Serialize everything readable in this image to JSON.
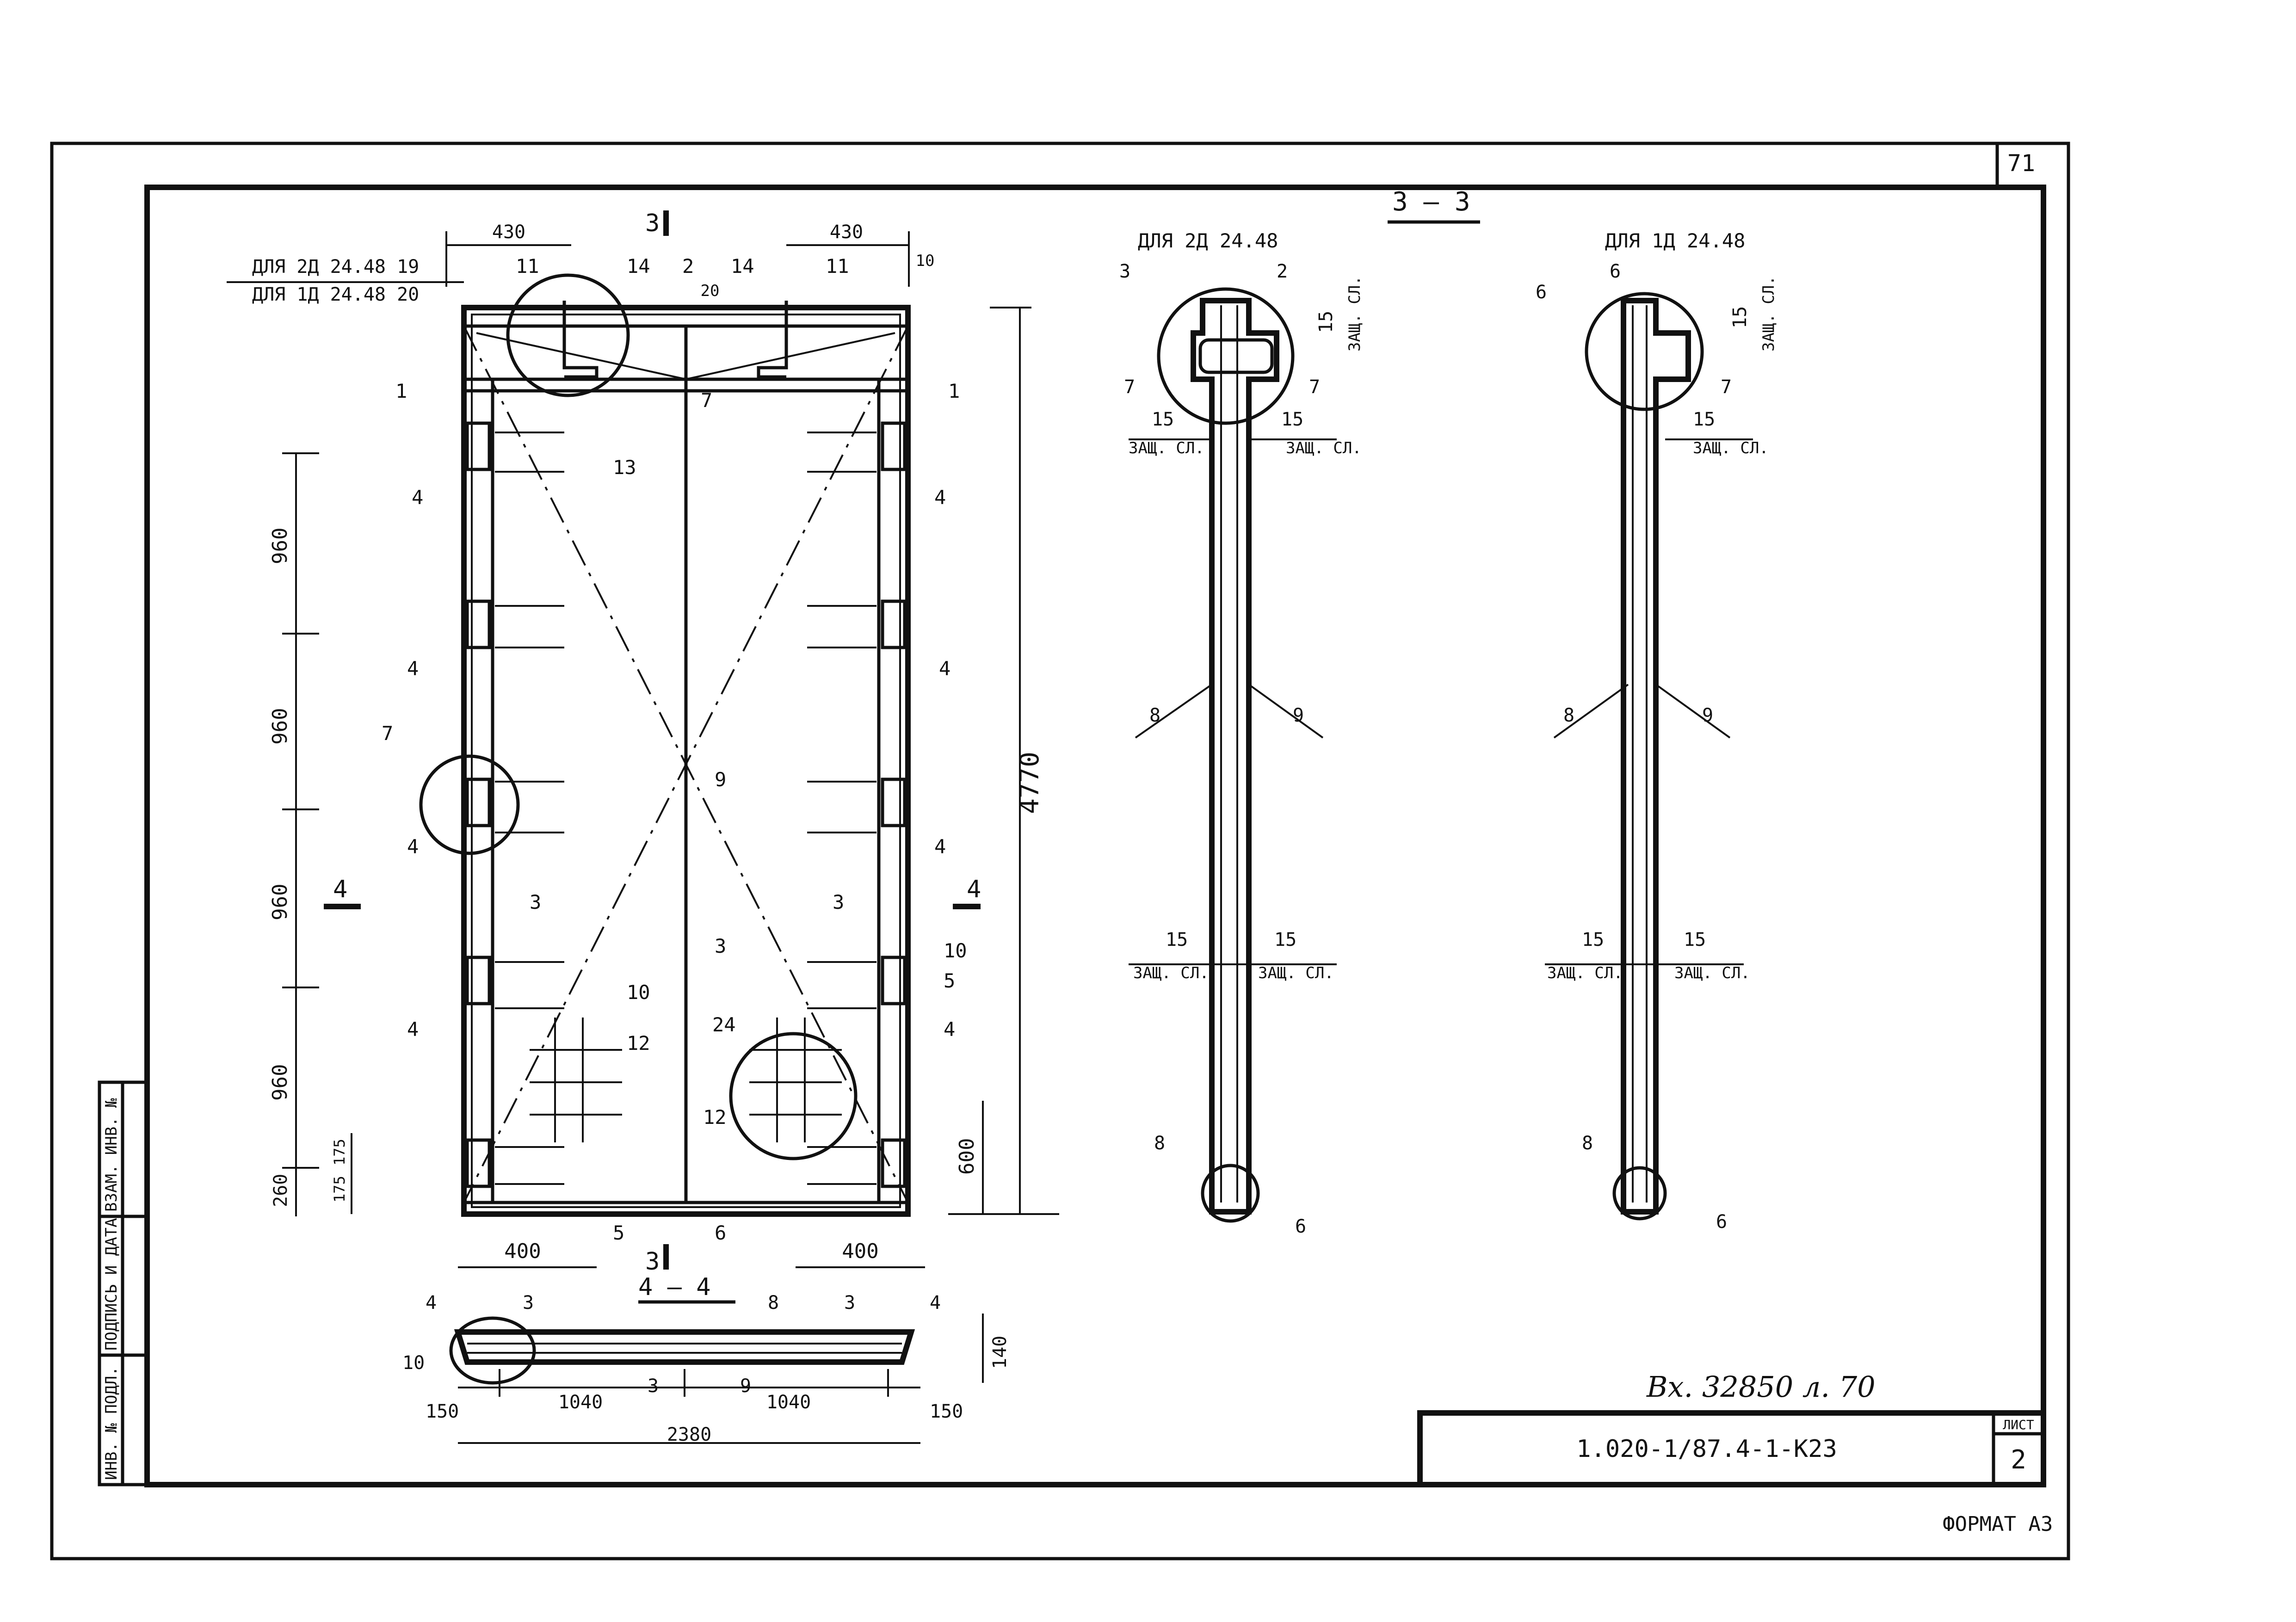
{
  "sheet": {
    "page_number": "71",
    "format_label": "ФОРМАТ А3",
    "title_block": {
      "code": "1.020-1/87.4-1-К23",
      "sheet_label": "ЛИСТ",
      "sheet_number": "2"
    },
    "handwritten_note": "Вх. 32850 л. 70",
    "side_stamp": [
      "ИНВ. № ПОДЛ.",
      "ПОДПИСЬ И ДАТА",
      "ВЗАМ. ИНВ. №"
    ]
  },
  "elevation": {
    "variant_labels": [
      "ДЛЯ 2Д 24.48 19",
      "ДЛЯ 1Д 24.48 20"
    ],
    "dims": {
      "top_left": "430",
      "top_right": "430",
      "height_total": "4770",
      "vertical_segments": [
        "960",
        "960",
        "960",
        "960",
        "260"
      ],
      "bottom_175a": "175",
      "bottom_175b": "175",
      "right_600": "600",
      "bottom_left": "400",
      "bottom_right": "400",
      "top_20": "20",
      "top_10": "10"
    },
    "section_marks": {
      "top": "3",
      "bottom": "3",
      "left": "4",
      "right": "4"
    },
    "callouts": {
      "c1_left": "1",
      "c1_right": "1",
      "c2": "2",
      "c3_left": "3",
      "c3_right": "3",
      "c3_center": "3",
      "c4_a": "4",
      "c4_b": "4",
      "c4_c": "4",
      "c4_d": "4",
      "c4_e": "4",
      "c4_f": "4",
      "c4_g": "4",
      "c4_h": "4",
      "c5_left": "5",
      "c5_right": "5",
      "c6": "6",
      "c7_top": "7",
      "c7_left": "7",
      "c9": "9",
      "c10_left": "10",
      "c10_right": "10",
      "c11_left": "11",
      "c11_right": "11",
      "c12_left": "12",
      "c12_right": "12",
      "c13": "13",
      "c14_left": "14",
      "c14_right": "14",
      "c24": "24"
    }
  },
  "section44": {
    "title": "4 — 4",
    "dims": {
      "left": "150",
      "mid_left": "1040",
      "mid_right": "1040",
      "right": "150",
      "total": "2380",
      "height": "140"
    },
    "callouts": {
      "c4_left": "4",
      "c4_right": "4",
      "c3_left": "3",
      "c3_right": "3",
      "c3_bottom": "3",
      "c8": "8",
      "c9": "9",
      "c10": "10"
    }
  },
  "section33": {
    "title": "3 — 3",
    "left": {
      "label": "ДЛЯ 2Д 24.48",
      "cover_value": "15",
      "cover_label": "ЗАЩ. СЛ.",
      "callouts": {
        "c2": "2",
        "c3": "3",
        "c7a": "7",
        "c7b": "7",
        "c8a": "8",
        "c8b": "8",
        "c9": "9",
        "c6": "6"
      }
    },
    "right": {
      "label": "ДЛЯ 1Д 24.48",
      "cover_value": "15",
      "cover_label": "ЗАЩ. СЛ.",
      "callouts": {
        "c6a": "6",
        "c6b": "6",
        "c6c": "6",
        "c7": "7",
        "c8a": "8",
        "c8b": "8",
        "c9": "9"
      }
    }
  }
}
